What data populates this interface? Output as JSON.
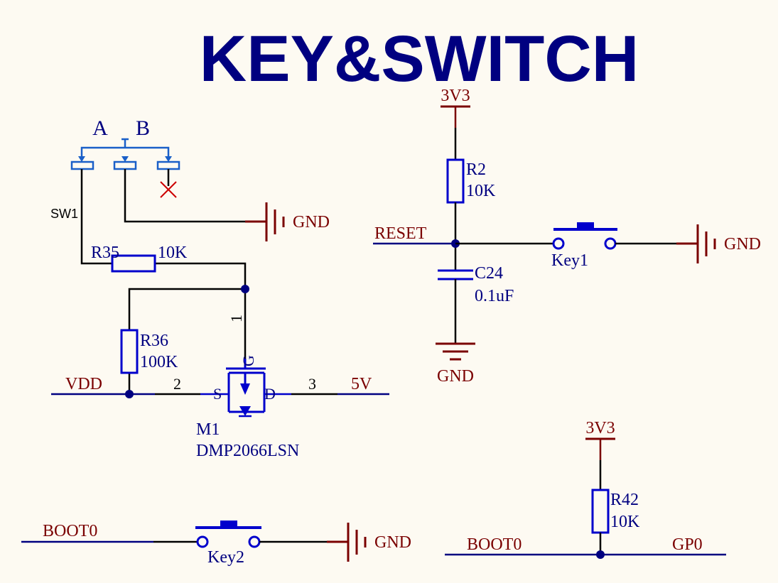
{
  "title": "KEY&SWITCH",
  "colors": {
    "background": "#fdfaf2",
    "wire": "#000000",
    "net": "#000080",
    "component": "#0000cc",
    "power": "#7a0000",
    "junction": "#000080",
    "no_connect": "#cc0000",
    "switch_body": "#1a5fc8"
  },
  "switch": {
    "designator": "SW1",
    "position_a": "A",
    "position_b": "B"
  },
  "r35": {
    "designator": "R35",
    "value": "10K"
  },
  "r36": {
    "designator": "R36",
    "value": "100K"
  },
  "m1": {
    "designator": "M1",
    "part": "DMP2066LSN",
    "pin_gate": "G",
    "pin_source": "S",
    "pin_drain": "D",
    "pin1": "1",
    "pin2": "2",
    "pin3": "3"
  },
  "nets": {
    "vdd": "VDD",
    "v5": "5V",
    "reset": "RESET",
    "boot0_left": "BOOT0",
    "boot0_right": "BOOT0",
    "gp0": "GP0"
  },
  "power": {
    "gnd_switch": "GND",
    "gnd_key1": "GND",
    "gnd_c24": "GND",
    "gnd_key2": "GND",
    "v3v3_reset": "3V3",
    "v3v3_boot": "3V3"
  },
  "r2": {
    "designator": "R2",
    "value": "10K"
  },
  "c24": {
    "designator": "C24",
    "value": "0.1uF"
  },
  "key1": {
    "designator": "Key1"
  },
  "key2": {
    "designator": "Key2"
  },
  "r42": {
    "designator": "R42",
    "value": "10K"
  }
}
